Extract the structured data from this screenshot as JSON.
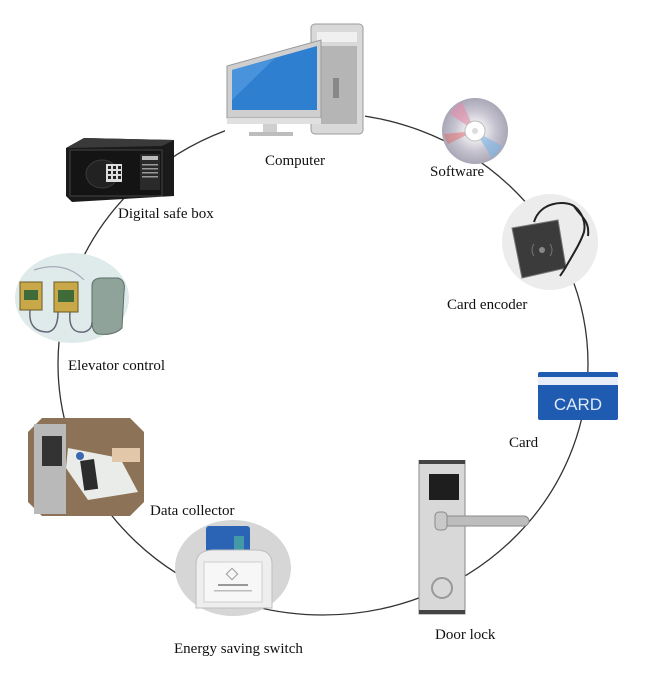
{
  "diagram": {
    "title": "",
    "nodes": [
      {
        "id": "computer",
        "label": "Computer",
        "icon": "computer-icon"
      },
      {
        "id": "software",
        "label": "Software",
        "icon": "cd-disc-icon"
      },
      {
        "id": "card-encoder",
        "label": "Card encoder",
        "icon": "card-encoder-icon"
      },
      {
        "id": "card",
        "label": "Card",
        "icon": "card-icon",
        "icon_text": "CARD"
      },
      {
        "id": "door-lock",
        "label": "Door lock",
        "icon": "door-lock-icon"
      },
      {
        "id": "energy-saving-switch",
        "label": "Energy saving switch",
        "icon": "energy-switch-icon"
      },
      {
        "id": "data-collector",
        "label": "Data collector",
        "icon": "data-collector-icon"
      },
      {
        "id": "elevator-control",
        "label": "Elevator control",
        "icon": "elevator-control-icon"
      },
      {
        "id": "digital-safe-box",
        "label": "Digital safe box",
        "icon": "safe-box-icon"
      }
    ],
    "connection": "ring",
    "colors": {
      "line": "#333333",
      "card_blue": "#1f5bb0",
      "card_text": "#dfe9f7",
      "screen_blue": "#2f7fd0"
    }
  }
}
